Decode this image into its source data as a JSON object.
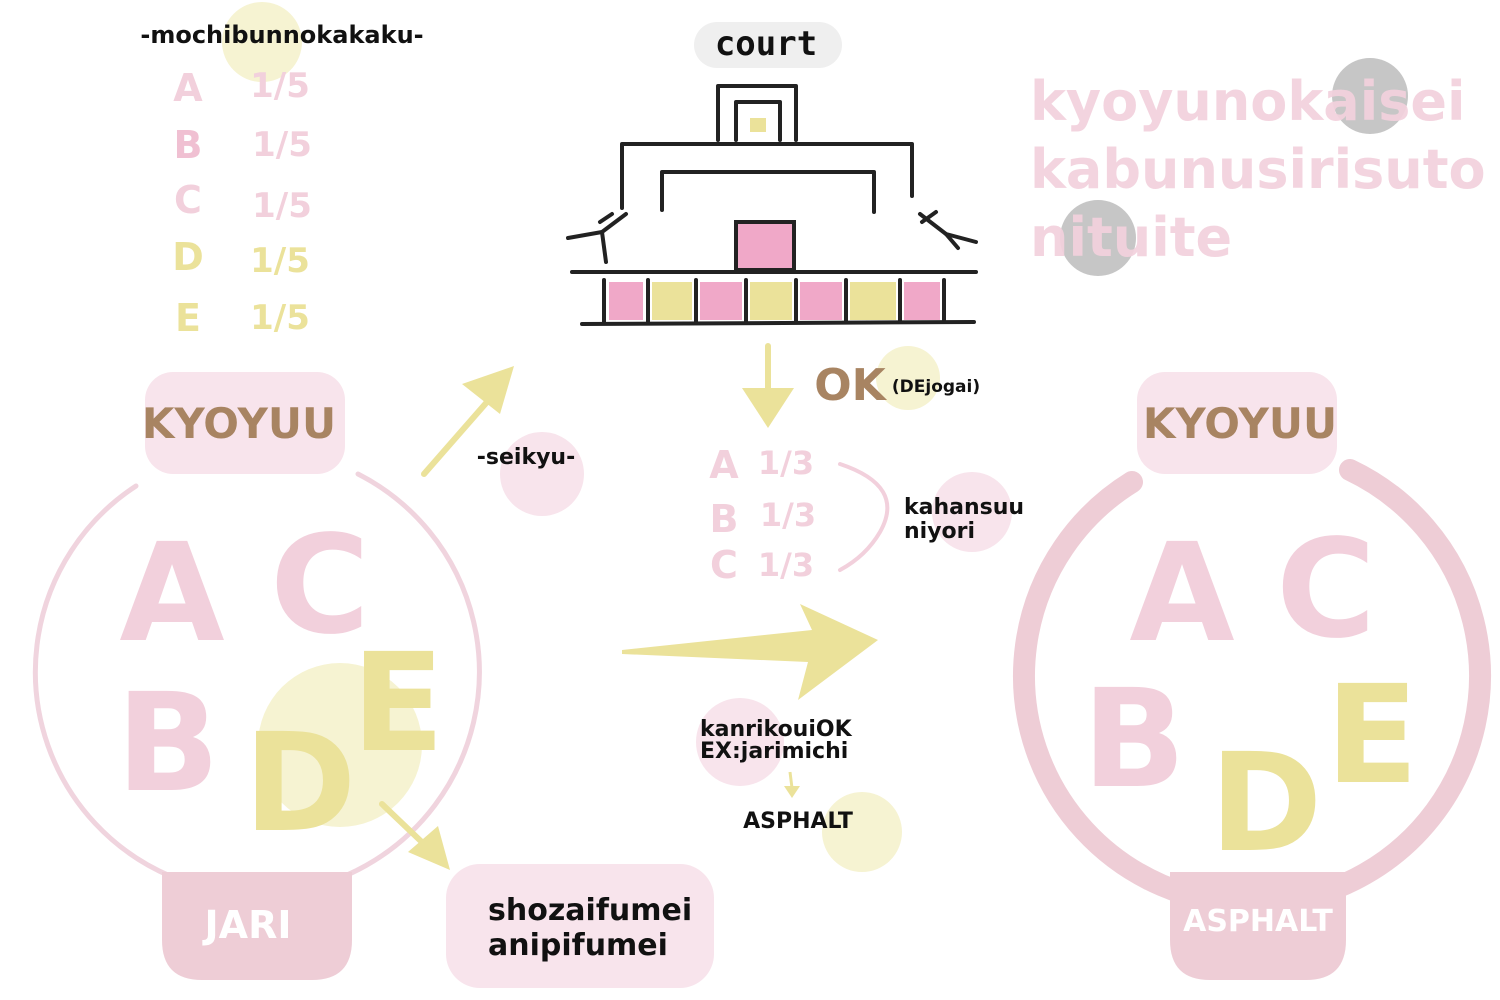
{
  "colors": {
    "pink": "#f0a8c8",
    "pink_light": "#f8e4ec",
    "pink_mid": "#eecdd6",
    "pink_text": "#f2d0dc",
    "yellow": "#ebe29a",
    "yellow_light": "#f6f3d2",
    "brown": "#a88462",
    "grey": "#c6c6c6",
    "black": "#111111"
  },
  "shares": {
    "title": "-mochibunnokakaku-",
    "rows": [
      {
        "letter": "A",
        "value": "1/5"
      },
      {
        "letter": "B",
        "value": "1/5"
      },
      {
        "letter": "C",
        "value": "1/5"
      },
      {
        "letter": "D",
        "value": "1/5"
      },
      {
        "letter": "E",
        "value": "1/5"
      }
    ]
  },
  "court": {
    "label": "court"
  },
  "headline": {
    "lines": [
      "kyoyunokaisei",
      "kabunusirisuto",
      "nituite"
    ]
  },
  "left_group": {
    "badge": "KYOYUU",
    "letters": [
      "A",
      "C",
      "B",
      "D",
      "E"
    ],
    "base": "JARI"
  },
  "right_group": {
    "badge": "KYOYUU",
    "letters": [
      "A",
      "C",
      "B",
      "D",
      "E"
    ],
    "base": "ASPHALT"
  },
  "request_label": "-seikyu-",
  "verdict": {
    "ok": "OK",
    "note": "(DEjogai)"
  },
  "new_shares": {
    "rows": [
      {
        "letter": "A",
        "value": "1/3"
      },
      {
        "letter": "B",
        "value": "1/3"
      },
      {
        "letter": "C",
        "value": "1/3"
      }
    ],
    "note_lines": [
      "kahansuu",
      "niyori"
    ]
  },
  "management": {
    "lines": [
      "kanrikouiOK",
      "EX:jarimichi"
    ],
    "result": "ASPHALT"
  },
  "unknown_box": {
    "lines": [
      "shozaifumei",
      "anipifumei"
    ]
  }
}
